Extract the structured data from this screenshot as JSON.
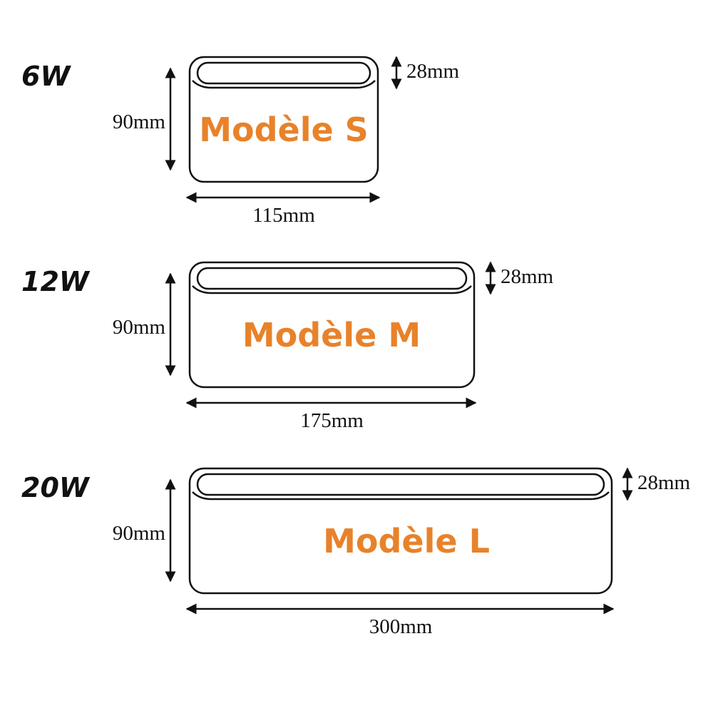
{
  "accent_color": "#e8822a",
  "models": [
    {
      "power": "6W",
      "name": "Modèle S",
      "height": "90mm",
      "width": "115mm",
      "depth": "28mm"
    },
    {
      "power": "12W",
      "name": "Modèle M",
      "height": "90mm",
      "width": "175mm",
      "depth": "28mm"
    },
    {
      "power": "20W",
      "name": "Modèle L",
      "height": "90mm",
      "width": "300mm",
      "depth": "28mm"
    }
  ]
}
